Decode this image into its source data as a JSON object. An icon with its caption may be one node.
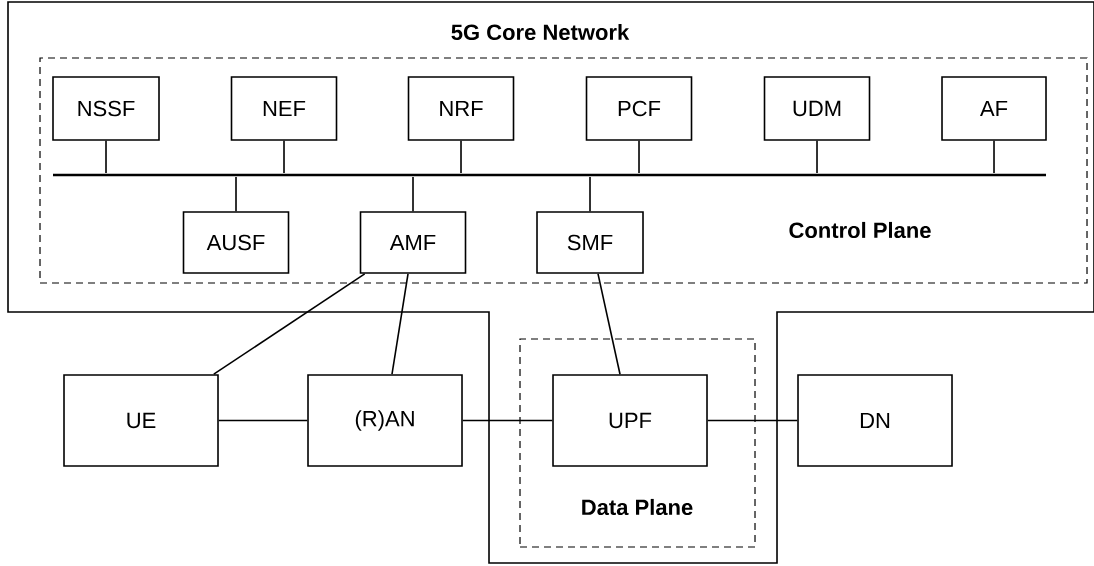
{
  "diagram": {
    "nodes": [
      {
        "text": [
          "5G Core Network"
        ]
      },
      {
        "text": [
          "Control Plane"
        ],
        "in": 0
      },
      {
        "text": [
          "NSSF"
        ],
        "in": 1
      },
      {
        "text": [
          "NEF"
        ],
        "in": 1
      },
      {
        "text": [
          "NRF"
        ],
        "in": 1
      },
      {
        "text": [
          "PCF"
        ],
        "in": 1
      },
      {
        "text": [
          "UDM"
        ],
        "in": 1
      },
      {
        "text": [
          "AF"
        ],
        "in": 1
      },
      {
        "text": [],
        "shape": "bar",
        "in": 1
      },
      {
        "text": [
          "AUSF"
        ],
        "in": 1
      },
      {
        "text": [
          "AMF"
        ],
        "in": 1
      },
      {
        "text": [
          "SMF"
        ],
        "in": 1
      },
      {
        "text": [
          "Data Plane"
        ],
        "in": 0
      },
      {
        "text": [
          "UE"
        ]
      },
      {
        "text": [
          "(R)AN"
        ]
      },
      {
        "text": [
          "UPF"
        ],
        "in": 12
      },
      {
        "text": [
          "DN"
        ]
      }
    ],
    "edges": [
      {
        "from": 2,
        "to": 8,
        "arrow": "none"
      },
      {
        "from": 3,
        "to": 8,
        "arrow": "none"
      },
      {
        "from": 4,
        "to": 8,
        "arrow": "none"
      },
      {
        "from": 5,
        "to": 8,
        "arrow": "none"
      },
      {
        "from": 6,
        "to": 8,
        "arrow": "none"
      },
      {
        "from": 7,
        "to": 8,
        "arrow": "none"
      },
      {
        "from": 9,
        "to": 8,
        "arrow": "none"
      },
      {
        "from": 10,
        "to": 8,
        "arrow": "none"
      },
      {
        "from": 11,
        "to": 8,
        "arrow": "none"
      },
      {
        "from": 10,
        "to": 13,
        "arrow": "none"
      },
      {
        "from": 10,
        "to": 14,
        "arrow": "none"
      },
      {
        "from": 11,
        "to": 15,
        "arrow": "none"
      },
      {
        "from": 13,
        "to": 14,
        "arrow": "none"
      },
      {
        "from": 14,
        "to": 15,
        "arrow": "none"
      },
      {
        "from": 15,
        "to": 16,
        "arrow": "none"
      }
    ]
  }
}
